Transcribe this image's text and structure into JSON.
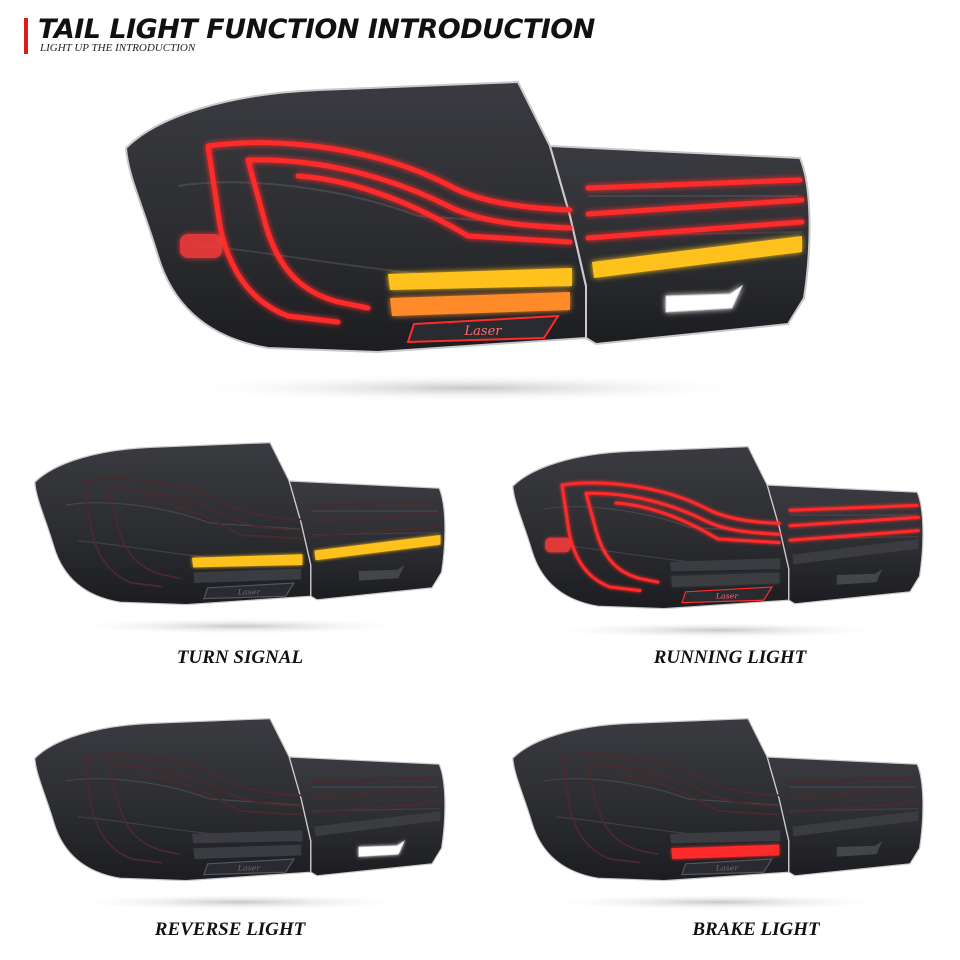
{
  "header": {
    "title": "TAIL LIGHT FUNCTION INTRODUCTION",
    "subtitle": "LIGHT UP THE INTRODUCTION",
    "accent_color": "#d81e1e"
  },
  "badge_text": "Laser",
  "colors": {
    "housing": "#2c2d31",
    "housing_dark": "#1c1d20",
    "red_light": "#ff2a2a",
    "amber_light": "#ffc21a",
    "white_light": "#ffffff"
  },
  "panels": [
    {
      "id": "main",
      "caption": "",
      "lights": [
        "running",
        "turn",
        "reverse"
      ]
    },
    {
      "id": "turn",
      "caption": "TURN SIGNAL",
      "lights": [
        "turn"
      ]
    },
    {
      "id": "running",
      "caption": "RUNNING LIGHT",
      "lights": [
        "running"
      ]
    },
    {
      "id": "reverse",
      "caption": "REVERSE LIGHT",
      "lights": [
        "reverse"
      ]
    },
    {
      "id": "brake",
      "caption": "BRAKE LIGHT",
      "lights": [
        "brake"
      ]
    }
  ]
}
